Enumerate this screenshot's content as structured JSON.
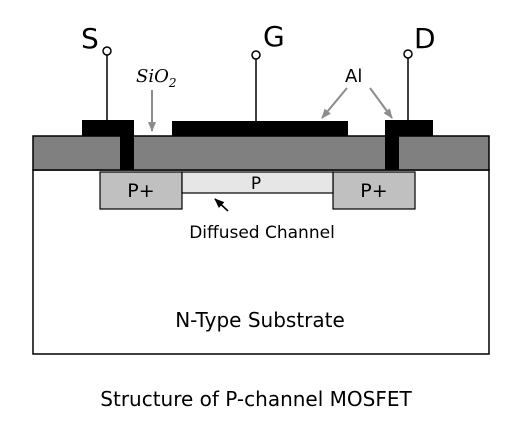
{
  "terminals": {
    "source": "S",
    "gate": "G",
    "drain": "D"
  },
  "labels": {
    "oxide": "SiO",
    "oxide_subscript": "2",
    "metal": "Al",
    "source_region": "P+",
    "drain_region": "P+",
    "channel_region": "P",
    "channel_caption": "Diffused Channel",
    "substrate": "N-Type Substrate"
  },
  "caption": "Structure of P-channel MOSFET",
  "colors": {
    "oxide": "#808080",
    "metal": "#000000",
    "p_plus": "#c0c0c0",
    "channel": "#e6e6e6",
    "substrate": "#ffffff",
    "arrow": "#8c8c8c"
  }
}
